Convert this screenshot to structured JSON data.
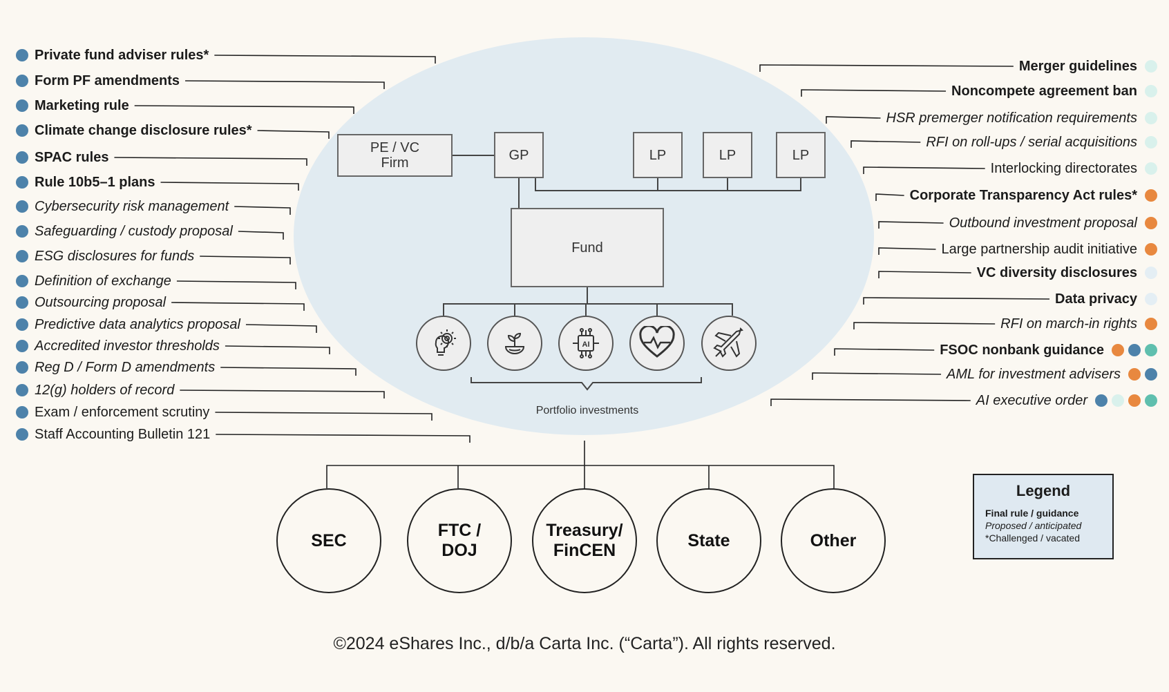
{
  "colors": {
    "SEC": "#4d82aa",
    "FTC": "#d9f1ec",
    "Treasury": "#e8883f",
    "State": "#e4eef4",
    "Other": "#5fbfae",
    "ellipse": "#e1ebf1",
    "line": "#222222"
  },
  "structure": {
    "firm": "PE / VC\nFirm",
    "gp": "GP",
    "lps": [
      "LP",
      "LP",
      "LP"
    ],
    "fund": "Fund",
    "portfolio_label": "Portfolio investments",
    "portfolio_icons": [
      "gear-lightbulb-icon",
      "plant-globe-icon",
      "ai-chip-icon",
      "heart-pulse-icon",
      "jet-icon"
    ]
  },
  "left_items": [
    {
      "label": "Private fund adviser rules*",
      "status": "final",
      "agencies": [
        "SEC"
      ]
    },
    {
      "label": "Form PF amendments",
      "status": "final",
      "agencies": [
        "SEC"
      ]
    },
    {
      "label": "Marketing rule",
      "status": "final",
      "agencies": [
        "SEC"
      ]
    },
    {
      "label": "Climate change disclosure rules*",
      "status": "final",
      "agencies": [
        "SEC"
      ]
    },
    {
      "label": "SPAC rules",
      "status": "final",
      "agencies": [
        "SEC"
      ]
    },
    {
      "label": "Rule 10b5–1 plans",
      "status": "final",
      "agencies": [
        "SEC"
      ]
    },
    {
      "label": "Cybersecurity risk management",
      "status": "proposed",
      "agencies": [
        "SEC"
      ]
    },
    {
      "label": "Safeguarding / custody proposal",
      "status": "proposed",
      "agencies": [
        "SEC"
      ]
    },
    {
      "label": "ESG disclosures for funds",
      "status": "proposed",
      "agencies": [
        "SEC"
      ]
    },
    {
      "label": "Definition of exchange",
      "status": "proposed",
      "agencies": [
        "SEC"
      ]
    },
    {
      "label": "Outsourcing proposal",
      "status": "proposed",
      "agencies": [
        "SEC"
      ]
    },
    {
      "label": "Predictive data analytics proposal",
      "status": "proposed",
      "agencies": [
        "SEC"
      ]
    },
    {
      "label": "Accredited investor thresholds",
      "status": "proposed",
      "agencies": [
        "SEC"
      ]
    },
    {
      "label": "Reg D / Form D amendments",
      "status": "proposed",
      "agencies": [
        "SEC"
      ]
    },
    {
      "label": "12(g) holders of record",
      "status": "proposed",
      "agencies": [
        "SEC"
      ]
    },
    {
      "label": "Exam / enforcement scrutiny",
      "status": "plain",
      "agencies": [
        "SEC"
      ]
    },
    {
      "label": "Staff Accounting Bulletin 121",
      "status": "plain",
      "agencies": [
        "SEC"
      ]
    }
  ],
  "right_items": [
    {
      "label": "Merger guidelines",
      "status": "final",
      "agencies": [
        "FTC"
      ]
    },
    {
      "label": "Noncompete agreement ban",
      "status": "final",
      "agencies": [
        "FTC"
      ]
    },
    {
      "label": "HSR premerger notification requirements",
      "status": "proposed",
      "agencies": [
        "FTC"
      ]
    },
    {
      "label": "RFI on roll-ups / serial acquisitions",
      "status": "proposed",
      "agencies": [
        "FTC"
      ]
    },
    {
      "label": "Interlocking directorates",
      "status": "plain",
      "agencies": [
        "FTC"
      ]
    },
    {
      "label": "Corporate Transparency Act rules*",
      "status": "final",
      "agencies": [
        "Treasury"
      ]
    },
    {
      "label": "Outbound investment proposal",
      "status": "proposed",
      "agencies": [
        "Treasury"
      ]
    },
    {
      "label": "Large partnership audit initiative",
      "status": "plain",
      "agencies": [
        "Treasury"
      ]
    },
    {
      "label": "VC diversity disclosures",
      "status": "final",
      "agencies": [
        "State"
      ]
    },
    {
      "label": "Data privacy",
      "status": "final",
      "agencies": [
        "State"
      ]
    },
    {
      "label": "RFI on march-in rights",
      "status": "proposed",
      "agencies": [
        "Treasury"
      ]
    },
    {
      "label": "FSOC nonbank guidance",
      "status": "final",
      "agencies": [
        "Treasury",
        "SEC",
        "Other"
      ]
    },
    {
      "label": "AML for investment advisers",
      "status": "proposed",
      "agencies": [
        "Treasury",
        "SEC"
      ]
    },
    {
      "label": "AI executive order",
      "status": "proposed",
      "agencies": [
        "SEC",
        "FTC",
        "Treasury",
        "Other"
      ]
    }
  ],
  "agencies": [
    {
      "key": "SEC",
      "label": "SEC"
    },
    {
      "key": "FTC",
      "label": "FTC /\nDOJ"
    },
    {
      "key": "Treasury",
      "label": "Treasury/\nFinCEN"
    },
    {
      "key": "State",
      "label": "State"
    },
    {
      "key": "Other",
      "label": "Other"
    }
  ],
  "legend": {
    "title": "Legend",
    "final": "Final rule / guidance",
    "proposed": "Proposed / anticipated",
    "challenged": "*Challenged / vacated"
  },
  "footer": "©2024 eShares Inc., d/b/a Carta Inc. (“Carta”). All rights reserved."
}
